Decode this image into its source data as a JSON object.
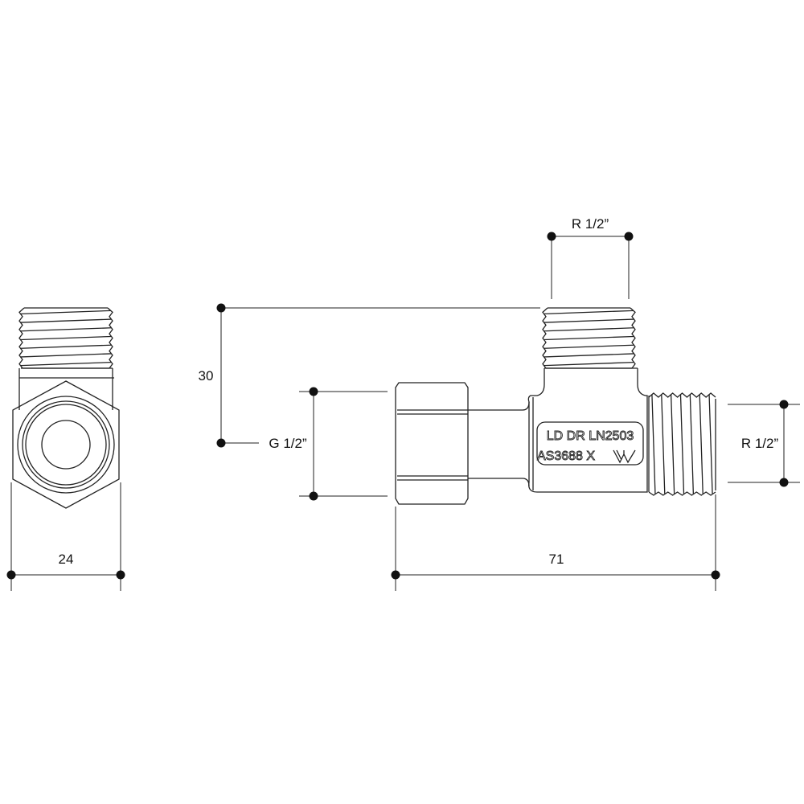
{
  "dimensions": {
    "width_side": "24",
    "length": "71",
    "height": "30",
    "top_thread": "R 1/2”",
    "inlet_thread": "G 1/2”",
    "outlet_thread": "R 1/2”"
  },
  "marking": {
    "line1": "LD DR LN2503",
    "line2": "AS3688 X",
    "logo": "W"
  }
}
